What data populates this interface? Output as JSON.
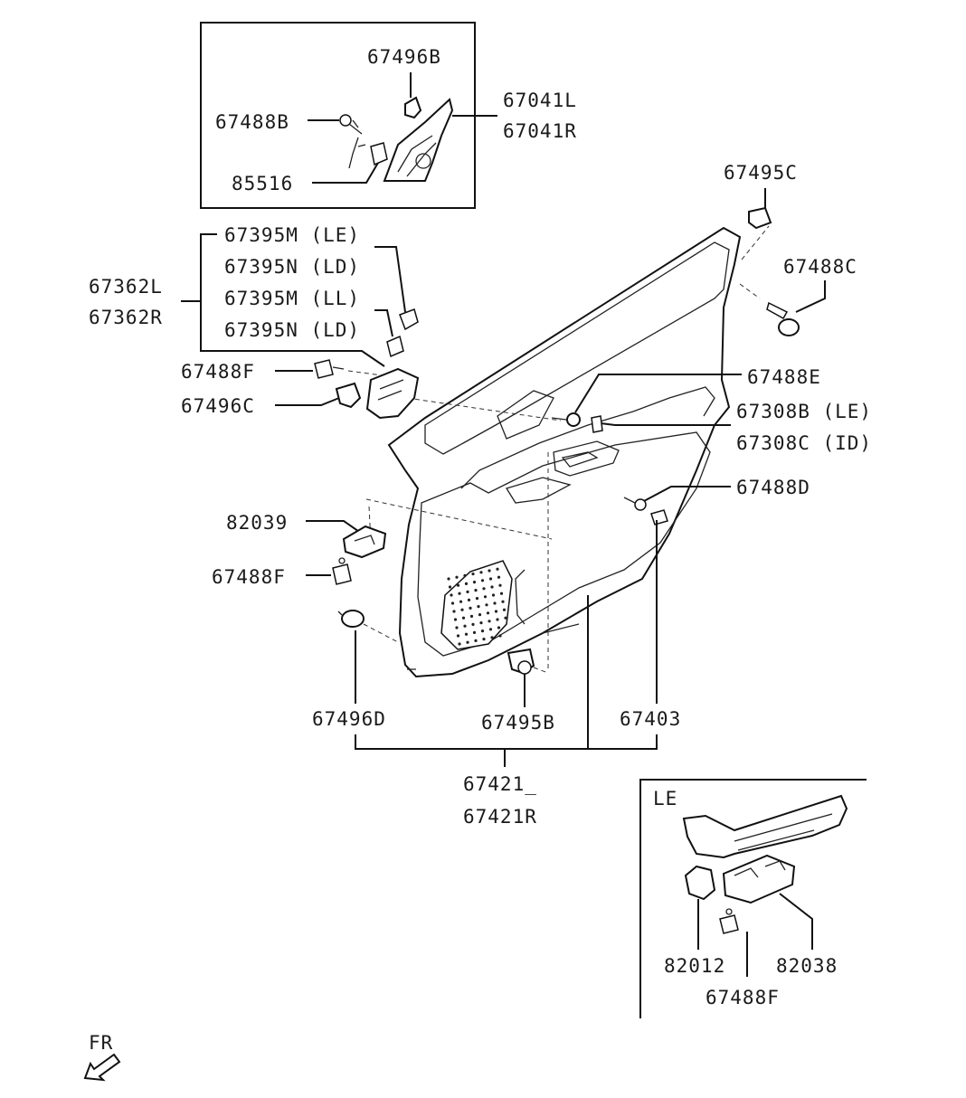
{
  "labels": {
    "p67496B": "67496B",
    "p67041L": "67041L",
    "p67041R": "67041R",
    "p67488B": "67488B",
    "p85516": "85516",
    "p67495C": "67495C",
    "p67395M_LE": "67395M (LE)",
    "p67395N_LD_1": "67395N (LD)",
    "p67362L": "67362L",
    "p67362R": "67362R",
    "p67395M_LL": "67395M (LL)",
    "p67395N_LD_2": "67395N (LD)",
    "p67488C": "67488C",
    "p67488F_top": "67488F",
    "p67488E": "67488E",
    "p67496C": "67496C",
    "p67308B": "67308B (LE)",
    "p67308C": "67308C (ID)",
    "p67488D": "67488D",
    "p82039": "82039",
    "p67488F_mid": "67488F",
    "p67496D": "67496D",
    "p67495B": "67495B",
    "p67403": "67403",
    "p67421L": "67421_",
    "p67421R": "67421R",
    "inset_le": "LE",
    "p82012": "82012",
    "p82038": "82038",
    "p67488F_bot": "67488F",
    "fr": "FR"
  },
  "icons": [
    "door-trim-panel-icon",
    "clip-icon",
    "screw-icon",
    "switch-bezel-icon",
    "fr-arrow-icon"
  ]
}
